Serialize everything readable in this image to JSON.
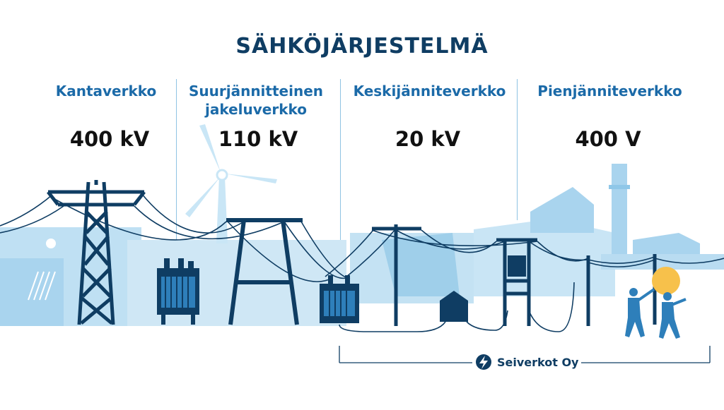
{
  "title": "SÄHKÖJÄRJESTELMÄ",
  "segments": [
    {
      "name": "Kantaverkko",
      "voltage": "400 kV"
    },
    {
      "name_line1": "Suurjännitteinen",
      "name_line2": "jakeluverkko",
      "voltage": "110 kV"
    },
    {
      "name": "Keskijänniteverkko",
      "voltage": "20 kV"
    },
    {
      "name": "Pienjänniteverkko",
      "voltage": "400 V"
    }
  ],
  "brand": {
    "name": "Seiverkot Oy"
  },
  "colors": {
    "title": "#0f3d63",
    "segment_title": "#1b6aa8",
    "dark_structure": "#0f3d63",
    "light_background": "#bfe0f3",
    "mid_background": "#8fc7e8",
    "turbine": "#c9e6f6"
  }
}
